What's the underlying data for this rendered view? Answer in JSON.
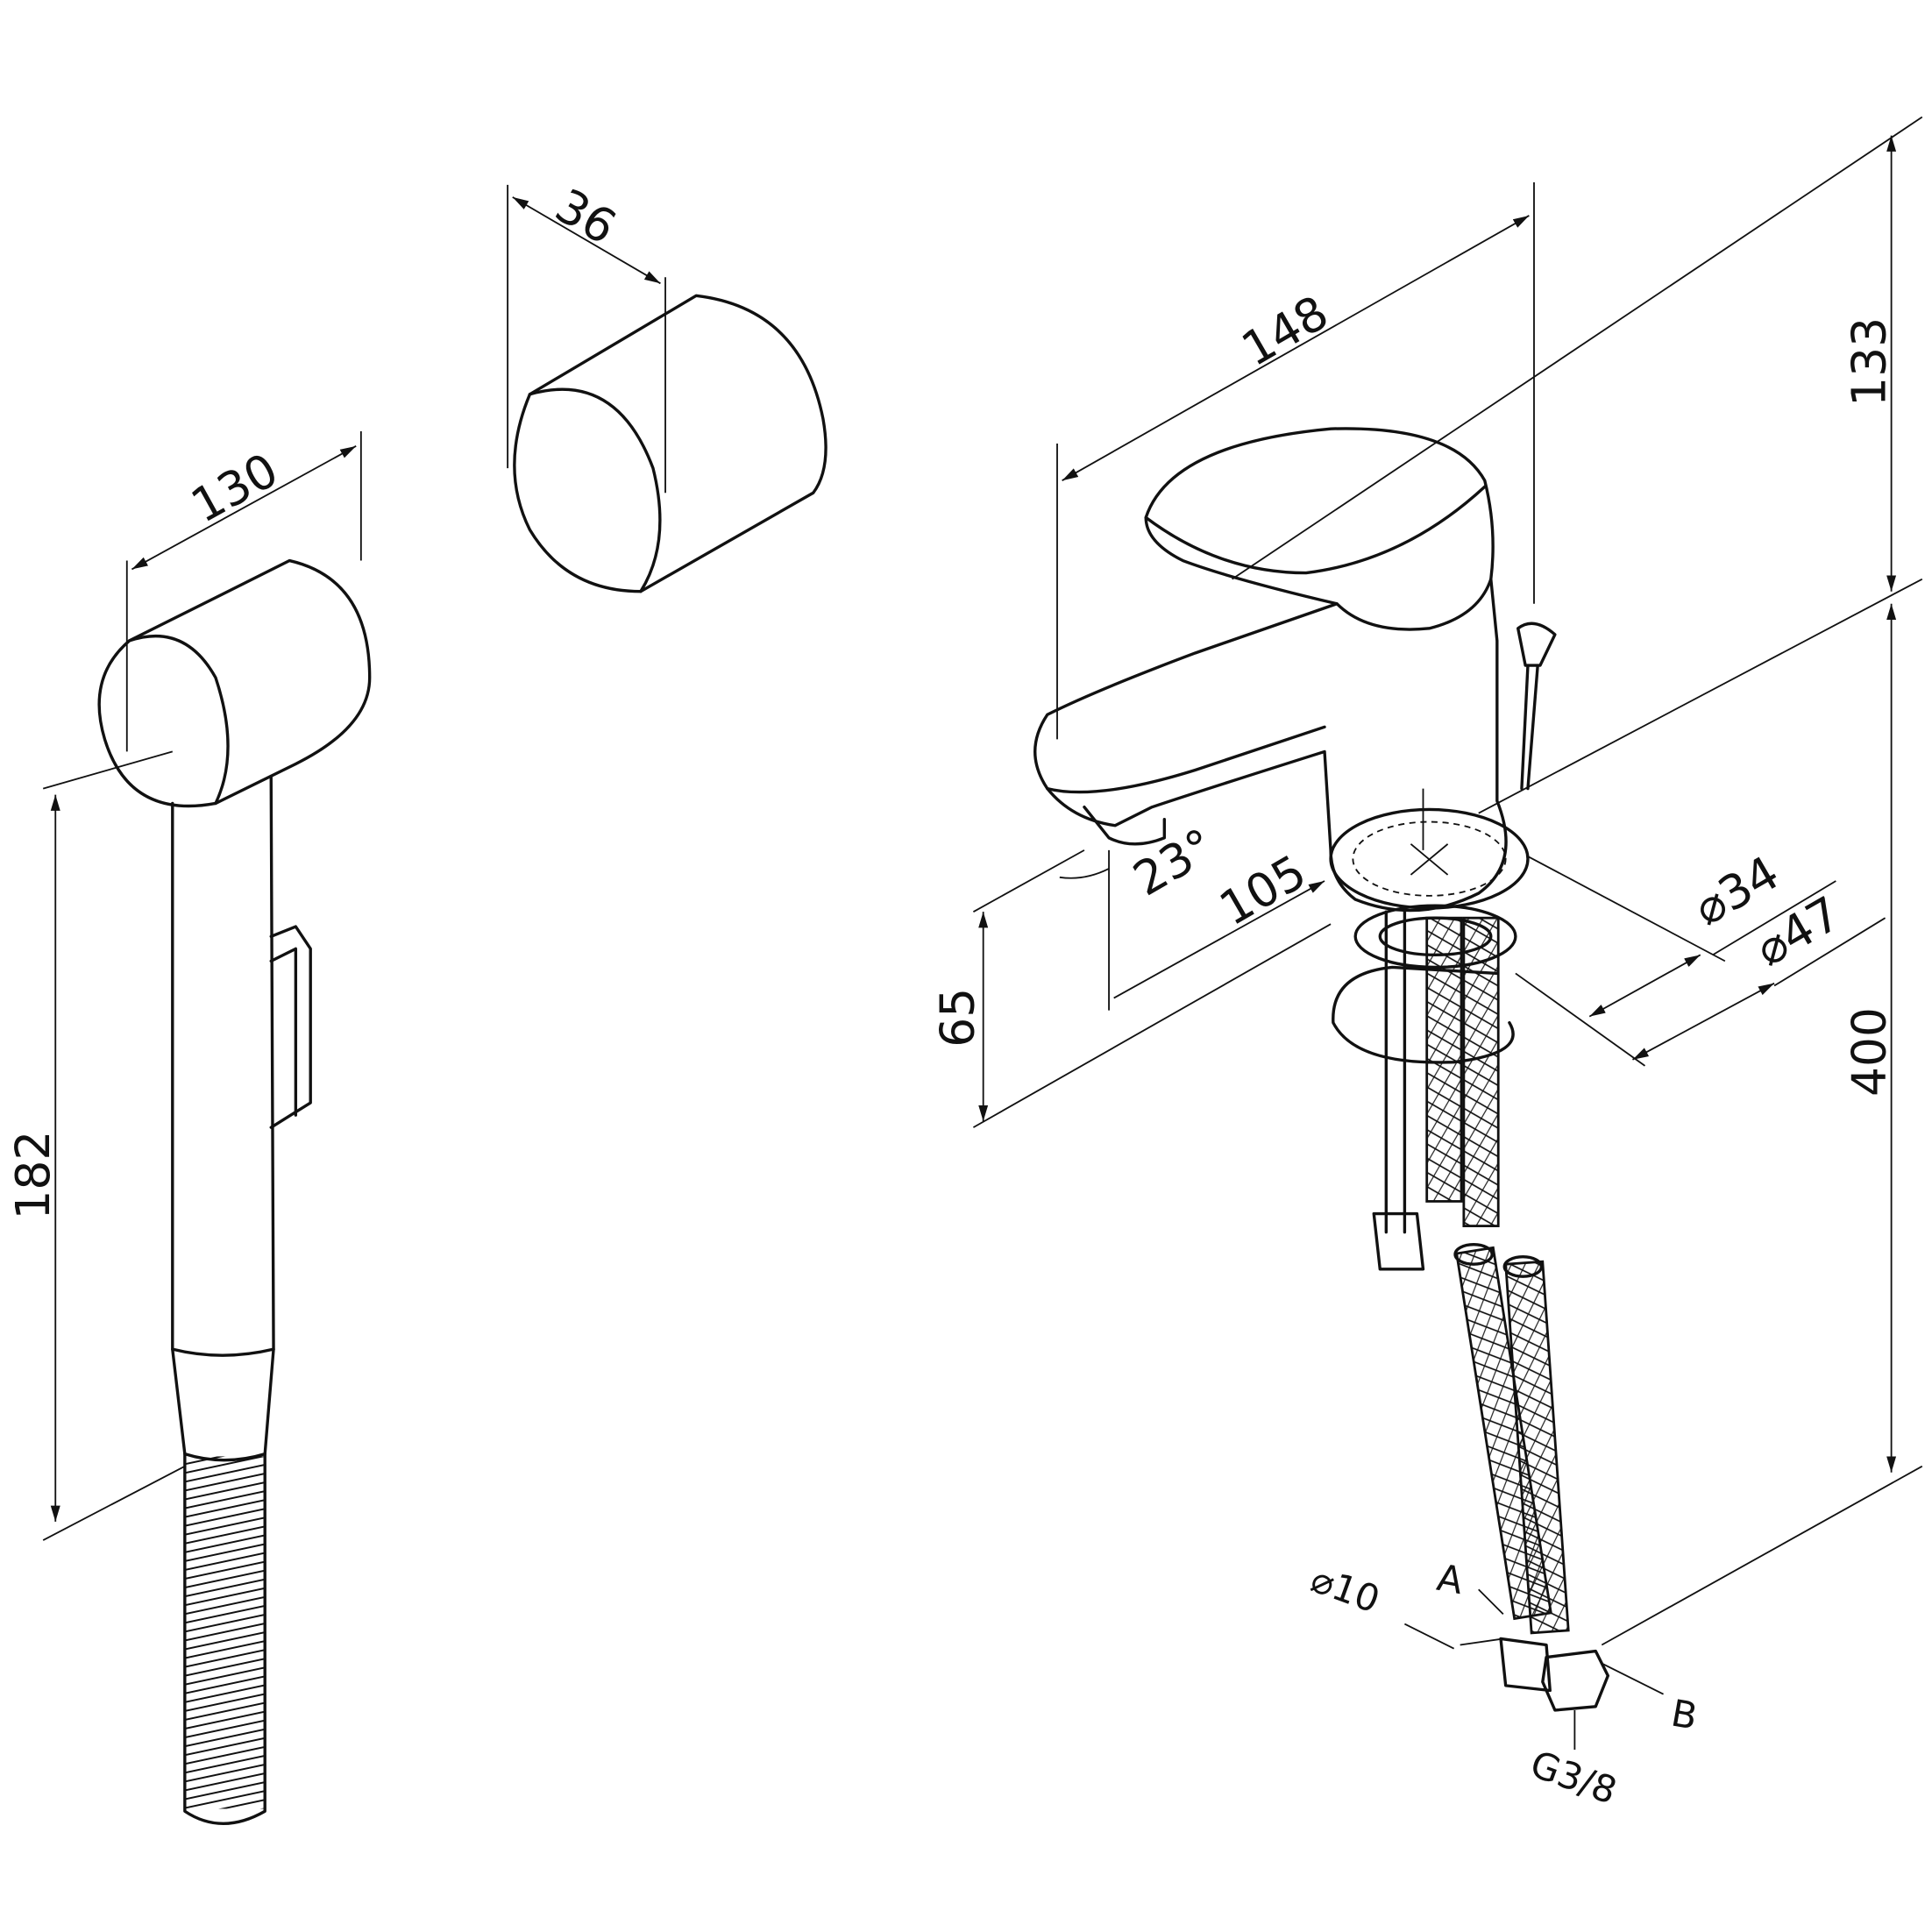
{
  "title": "Faucet with hygienic shower set dimensions drawing",
  "dimensions": {
    "shower_head_length": "130",
    "holder_width": "36",
    "faucet_length": "148",
    "faucet_height": "133",
    "shower_height": "182",
    "spout_angle": "23°",
    "spout_reach": "105",
    "spout_height": "65",
    "hole_diameter_min": "⌀34",
    "hole_diameter_max": "⌀47",
    "hose_length": "400",
    "hose_diameter": "⌀10",
    "connection_a": "A",
    "connection_b": "B",
    "thread": "G3/8"
  }
}
